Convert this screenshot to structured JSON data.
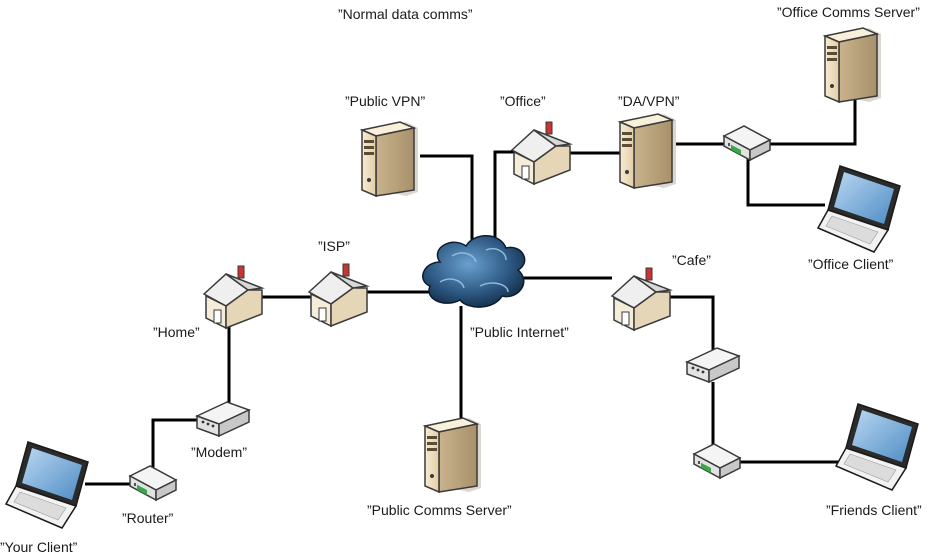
{
  "labels": {
    "title": "”Normal data comms”",
    "office_comms_server": "”Office Comms Server”",
    "public_vpn": "”Public VPN”",
    "office": "”Office”",
    "da_vpn": "”DA/VPN”",
    "isp": "”ISP”",
    "cafe": "”Cafe”",
    "office_client": "”Office Client”",
    "home": "”Home”",
    "public_internet": "”Public Internet”",
    "modem": "”Modem”",
    "public_comms_server": "”Public Comms Server”",
    "friends_client": "”Friends Client”",
    "router": "”Router”",
    "your_client": "”Your Client”"
  },
  "colors": {
    "line": "#000000",
    "server_body": "#f3e4c8",
    "server_shade": "#c9b38c",
    "house_wall": "#f4ecd8",
    "house_roof": "#e8e8e8",
    "chimney": "#cc3333",
    "cloud_dark": "#1d3a5c",
    "cloud_light": "#5d93c4",
    "laptop_screen": "#7fb2dd",
    "device_body": "#e6e6e6",
    "router_led": "#3aa848"
  },
  "icons": [
    "server-icon",
    "house-icon",
    "cloud-icon",
    "laptop-icon",
    "modem-icon",
    "router-icon"
  ]
}
